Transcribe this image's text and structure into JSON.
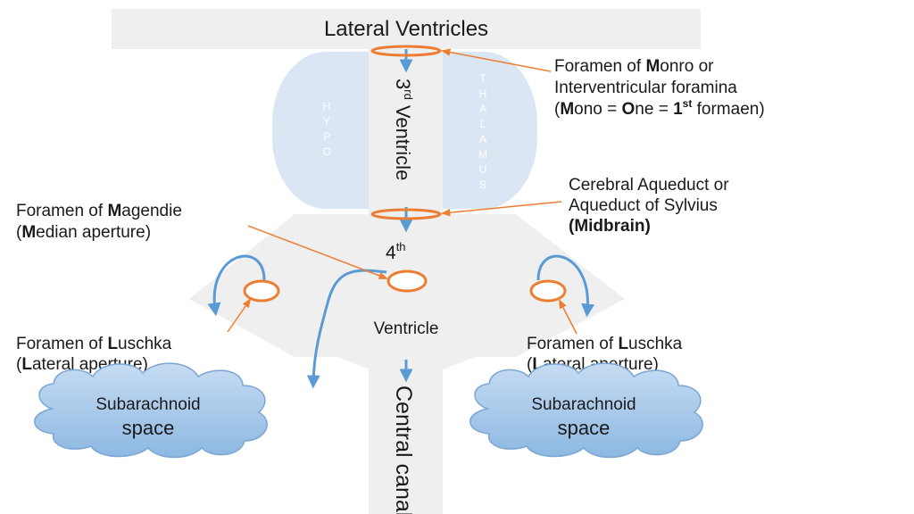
{
  "top_bar": {
    "title": "Lateral Ventricles"
  },
  "third_ventricle": {
    "label_num": "3",
    "label_sup": "rd",
    "label_word": " Ventricle",
    "hypo_letters": [
      "H",
      "Y",
      "P",
      "O"
    ],
    "thalamus_letters": [
      "T",
      "H",
      "A",
      "L",
      "A",
      "M",
      "U",
      "S"
    ]
  },
  "monro": {
    "line1_pre": "Foramen of ",
    "line1_bold": "M",
    "line1_post": "onro or",
    "line2": "Interventricular foramina",
    "line3_a": "(",
    "line3_b": "M",
    "line3_c": "ono = ",
    "line3_d": "O",
    "line3_e": "ne = ",
    "line3_f": "1",
    "line3_g": "st",
    "line3_h": " formaen)"
  },
  "aqueduct": {
    "line1": "Cerebral Aqueduct or",
    "line2": "Aqueduct of Sylvius",
    "line3": "(Midbrain)"
  },
  "magendie": {
    "line1_pre": "Foramen of ",
    "line1_bold": "M",
    "line1_post": "agendie",
    "line2_a": "(",
    "line2_b": "M",
    "line2_c": "edian aperture)"
  },
  "fourth_ventricle": {
    "label_num": "4",
    "label_sup": "th",
    "label_word": "Ventricle"
  },
  "luschka_left": {
    "line1_pre": "Foramen of ",
    "line1_bold": "L",
    "line1_post": "uschka",
    "line2_a": "(",
    "line2_b": "L",
    "line2_c": "ateral aperture)"
  },
  "luschka_right": {
    "line1_pre": "Foramen of ",
    "line1_bold": "L",
    "line1_post": "uschka",
    "line2_a": "(",
    "line2_b": "L",
    "line2_c": "ateral aperture)"
  },
  "subarachnoid_left": {
    "line1": "Subarachnoid",
    "line2": "space"
  },
  "subarachnoid_right": {
    "line1": "Subarachnoid",
    "line2": "space"
  },
  "central_canal": {
    "label": "Central canal"
  },
  "colors": {
    "arrow_blue": "#5b9bd5",
    "foramen_orange": "#ed7d31",
    "ventricle_gray": "#efefef",
    "thalamus_blue": "#dae6f3",
    "cloud_blue": "#9cc3e6"
  }
}
